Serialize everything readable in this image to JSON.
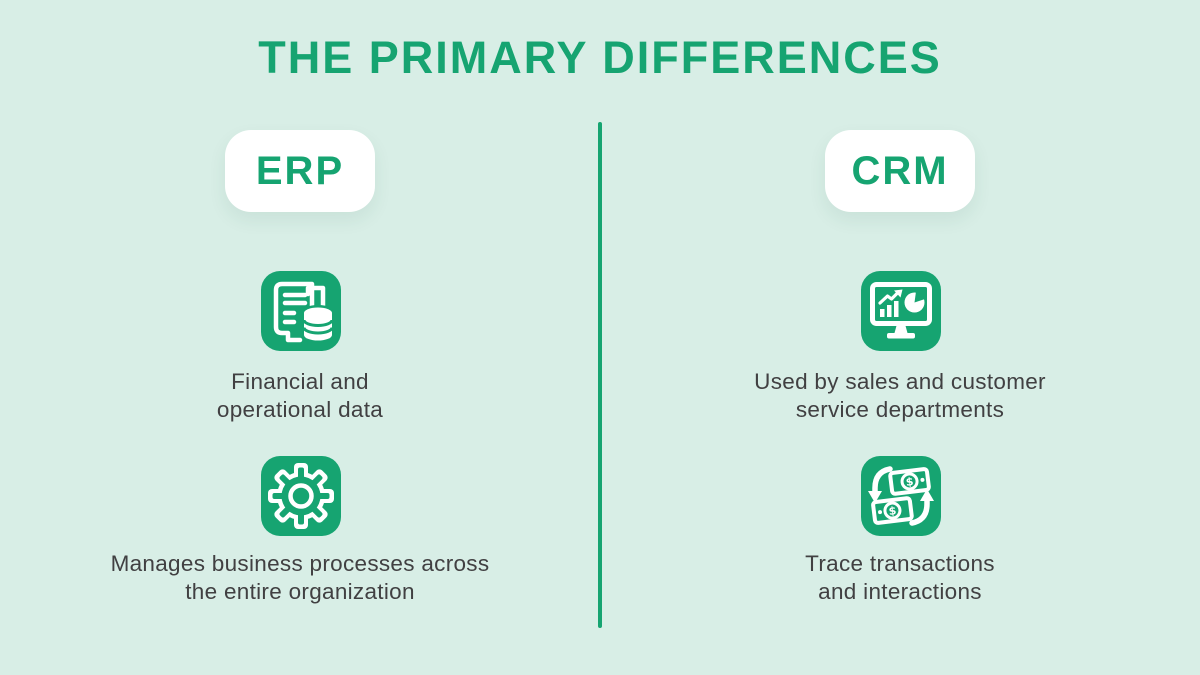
{
  "title": "THE PRIMARY DIFFERENCES",
  "colors": {
    "background": "#D8EEE6",
    "accent_green": "#16A471",
    "badge_background": "#FFFFFF",
    "body_text": "#414042"
  },
  "divider": {
    "orientation": "vertical",
    "color": "#16A471"
  },
  "columns": [
    {
      "id": "erp",
      "badge": "ERP",
      "items": [
        {
          "icon": "document-database-icon",
          "line1": "Financial and",
          "line2": "operational data"
        },
        {
          "icon": "gear-icon",
          "line1": "Manages business processes across",
          "line2": "the entire organization"
        }
      ]
    },
    {
      "id": "crm",
      "badge": "CRM",
      "items": [
        {
          "icon": "monitor-analytics-icon",
          "line1": "Used by sales and customer",
          "line2": "service departments"
        },
        {
          "icon": "money-transfer-icon",
          "line1": "Trace transactions",
          "line2": "and interactions"
        }
      ]
    }
  ]
}
